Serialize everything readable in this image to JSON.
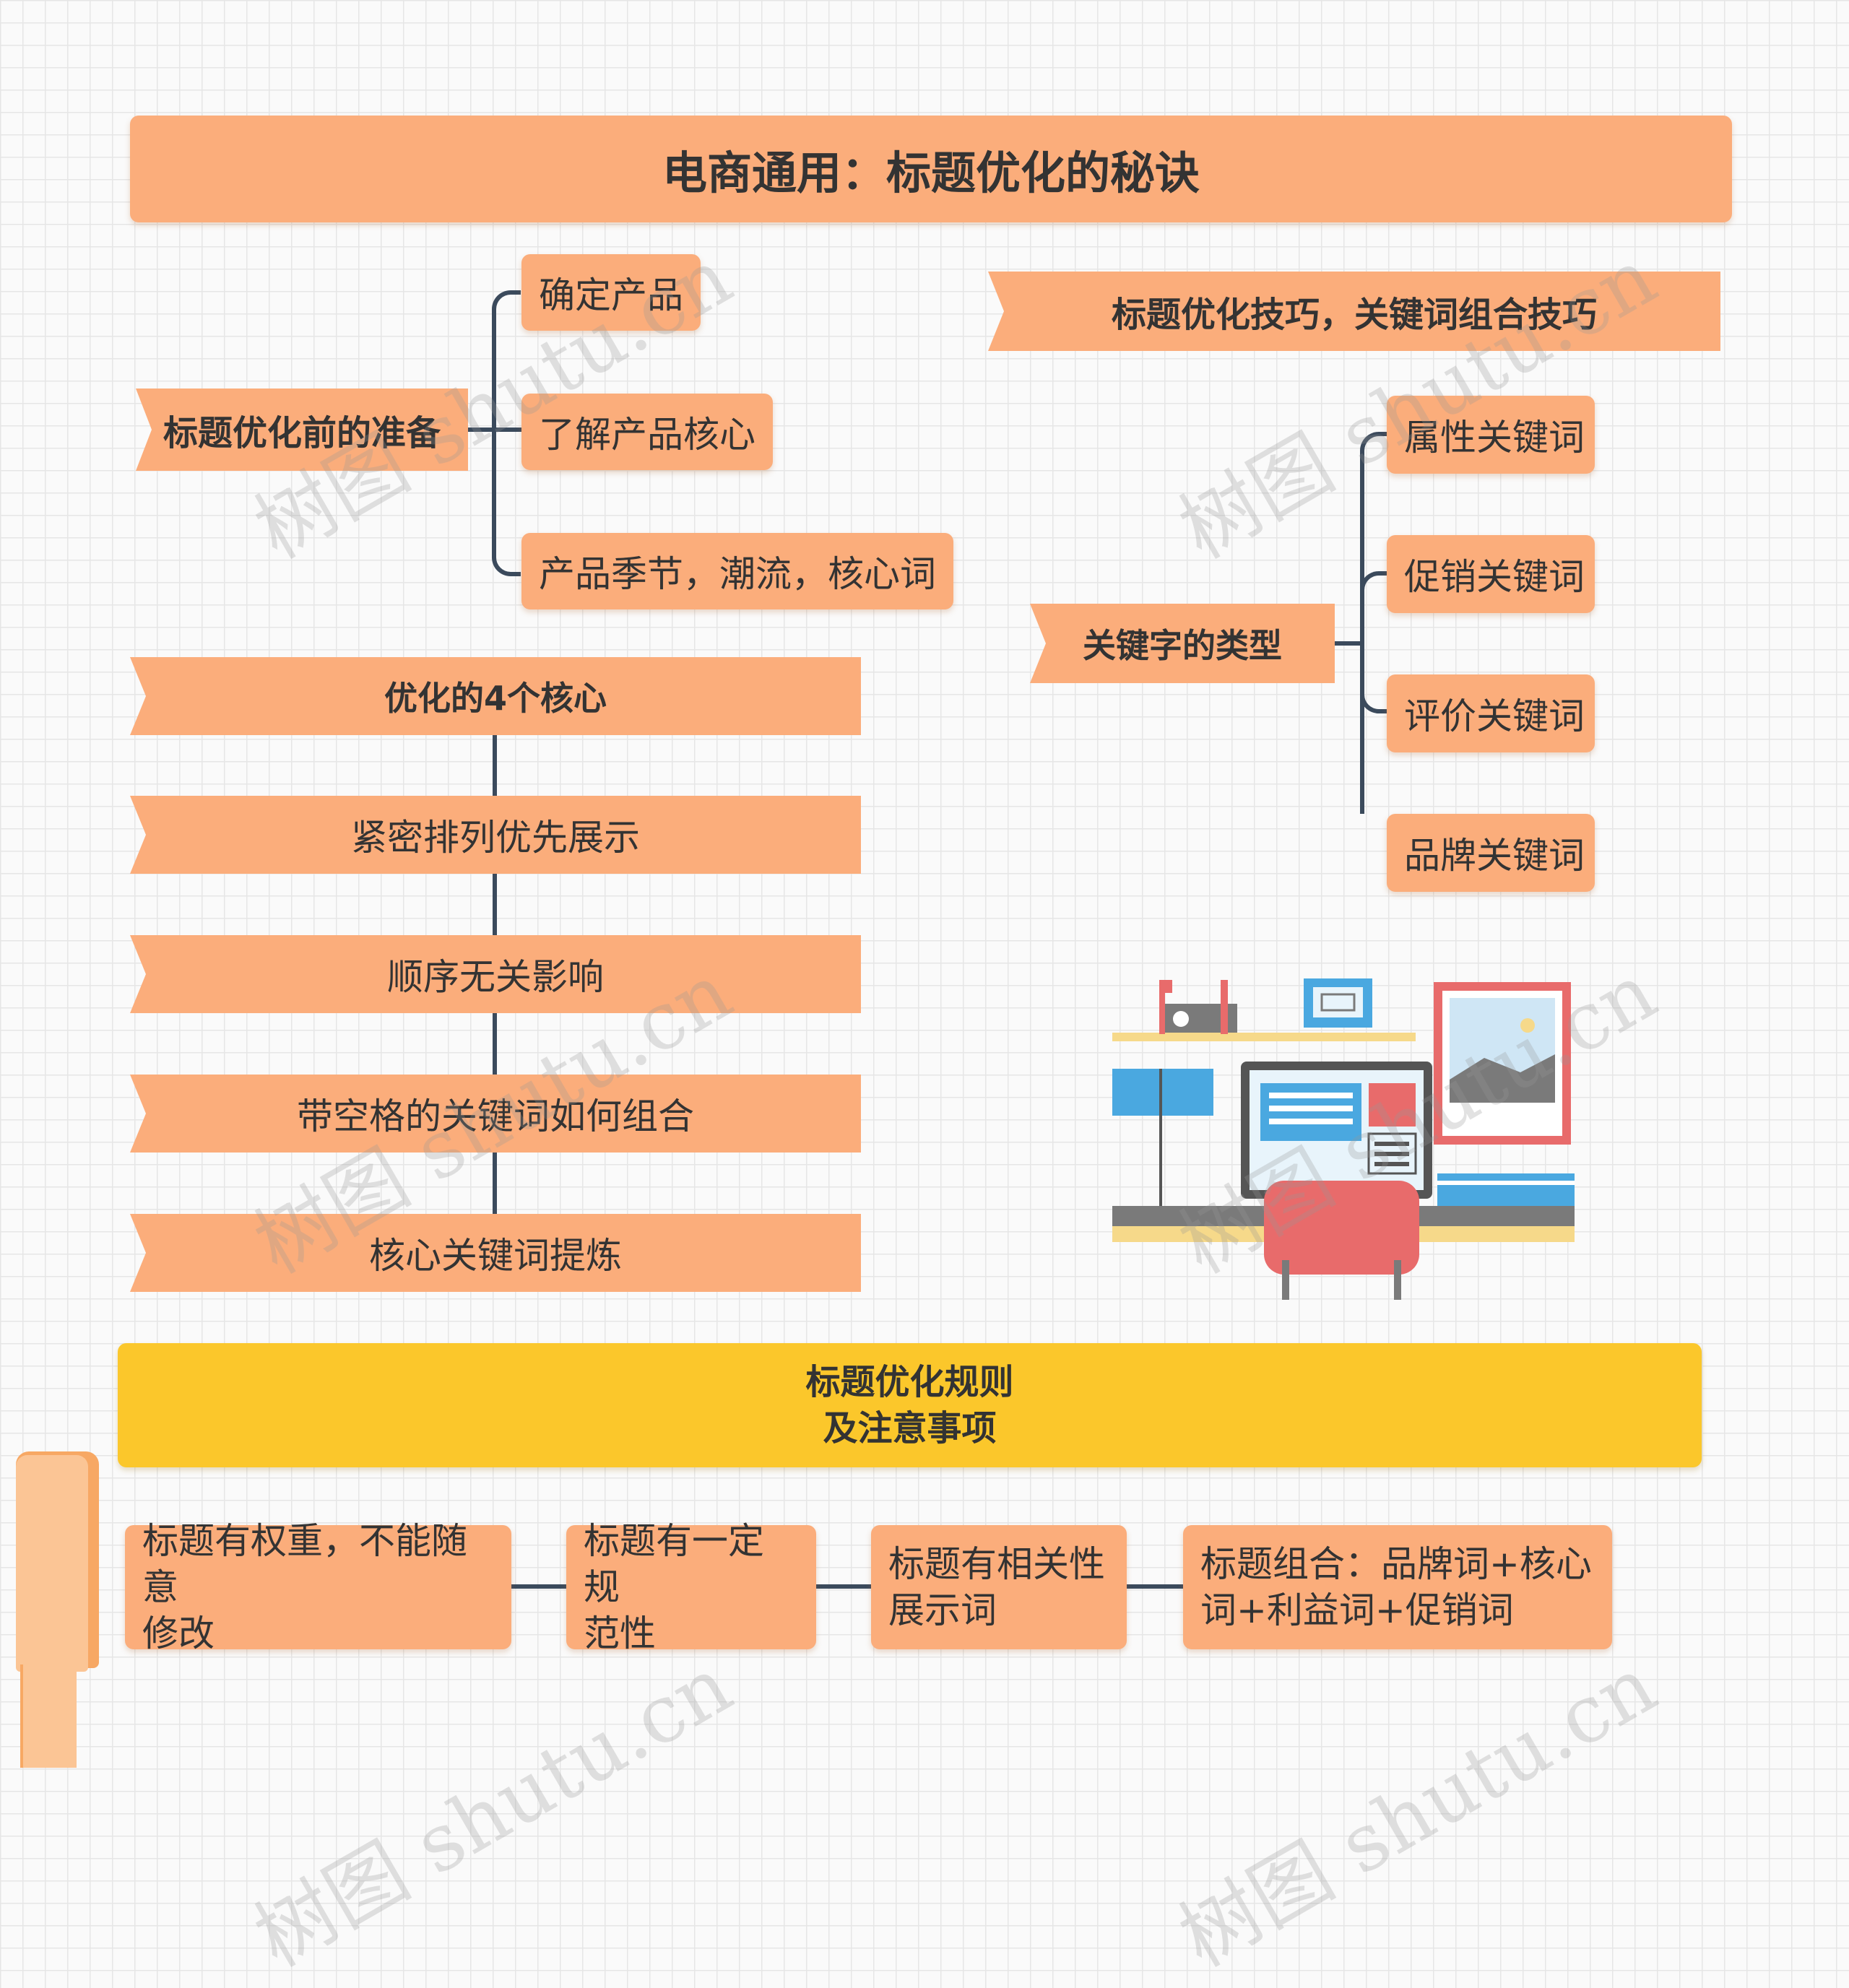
{
  "title": "电商通用：标题优化的秘诀",
  "prep": {
    "label": "标题优化前的准备",
    "items": [
      "确定产品",
      "了解产品核心",
      "产品季节，潮流，核心词"
    ]
  },
  "cores": {
    "label": "优化的4个核心",
    "items": [
      "紧密排列优先展示",
      "顺序无关影响",
      "带空格的关键词如何组合",
      "核心关键词提炼"
    ]
  },
  "tips": {
    "label": "标题优化技巧，关键词组合技巧"
  },
  "keyword_types": {
    "label": "关键字的类型",
    "items": [
      "属性关键词",
      "促销关键词",
      "评价关键词",
      "品牌关键词"
    ]
  },
  "rules": {
    "label_line1": "标题优化规则",
    "label_line2": "及注意事项",
    "items": [
      {
        "line1": "标题有权重，不能随意",
        "line2": "修改"
      },
      {
        "line1": "标题有一定规",
        "line2": "范性"
      },
      {
        "line1": "标题有相关性",
        "line2": "展示词"
      },
      {
        "line1": "标题组合：品牌词+核心",
        "line2": "词+利益词+促销词"
      }
    ]
  },
  "watermark": "树图 shutu.cn",
  "colors": {
    "node": "#fbad7b",
    "highlight": "#fbc72b",
    "connector": "#3b4a5c",
    "grid": "#e6e6e6"
  }
}
